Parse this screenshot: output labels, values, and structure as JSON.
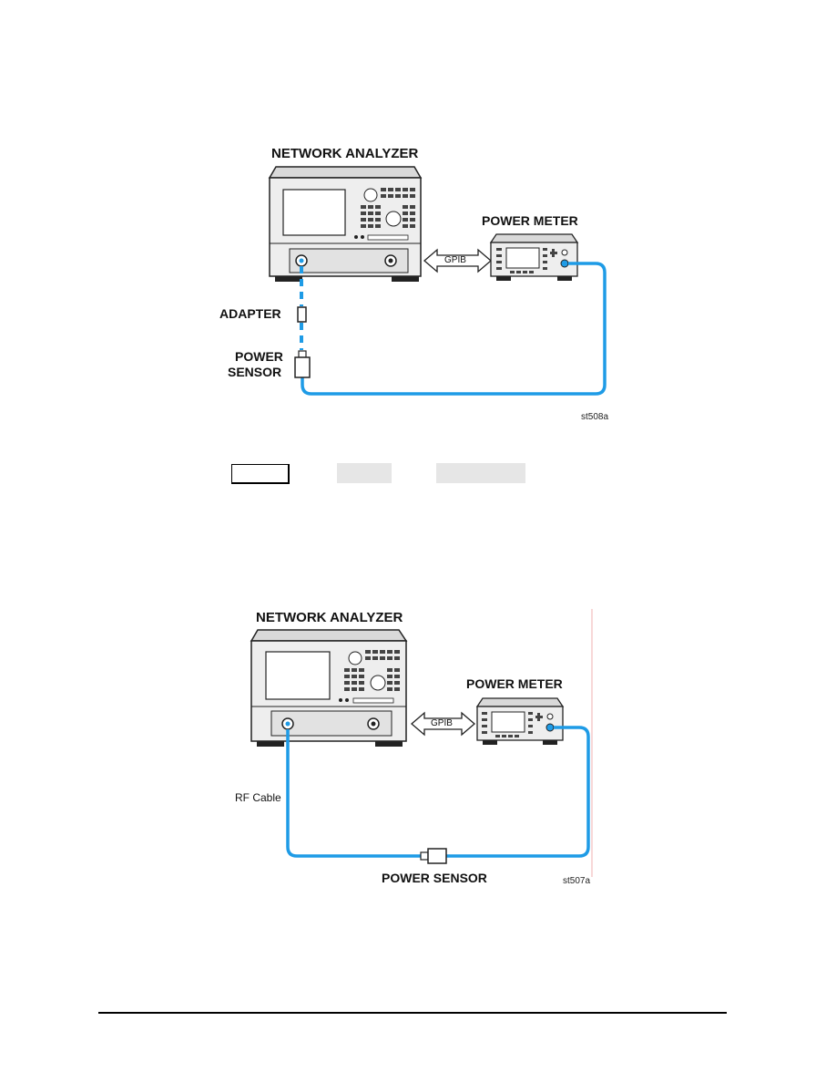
{
  "diagram1": {
    "network_analyzer_label": "NETWORK ANALYZER",
    "power_meter_label": "POWER METER",
    "gpib_label": "GPIB",
    "adapter_label": "ADAPTER",
    "power_sensor_label_line1": "POWER",
    "power_sensor_label_line2": "SENSOR",
    "figure_id": "st508a"
  },
  "key_row": {
    "keys": [
      "",
      "",
      ""
    ]
  },
  "diagram2": {
    "network_analyzer_label": "NETWORK ANALYZER",
    "power_meter_label": "POWER METER",
    "gpib_label": "GPIB",
    "rf_cable_label": "RF Cable",
    "power_sensor_label": "POWER SENSOR",
    "figure_id": "st507a"
  },
  "colors": {
    "cable": "#1e9be6",
    "instrument_body": "#e8e8e8",
    "screen": "#ffffff",
    "outline": "#222222"
  }
}
